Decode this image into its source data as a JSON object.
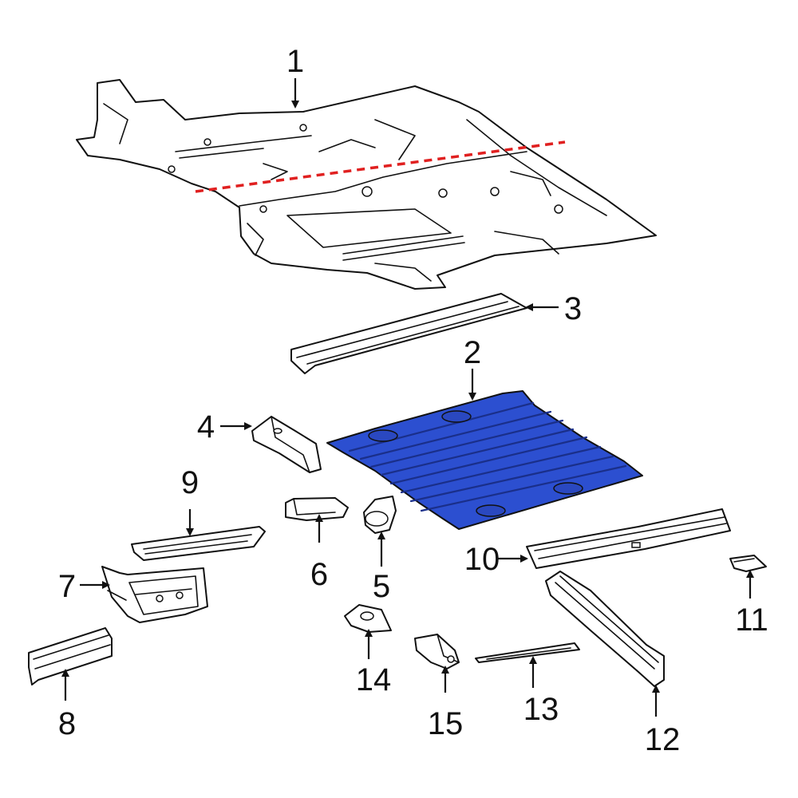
{
  "colors": {
    "highlight": "#2c4fd0",
    "highlight_dark": "#1a2f8a",
    "section_line": "#e02020",
    "outline": "#111111"
  },
  "callouts": {
    "c1": "1",
    "c2": "2",
    "c3": "3",
    "c4": "4",
    "c5": "5",
    "c6": "6",
    "c7": "7",
    "c8": "8",
    "c9": "9",
    "c10": "10",
    "c11": "11",
    "c12": "12",
    "c13": "13",
    "c14": "14",
    "c15": "15"
  },
  "highlighted_part": "2"
}
